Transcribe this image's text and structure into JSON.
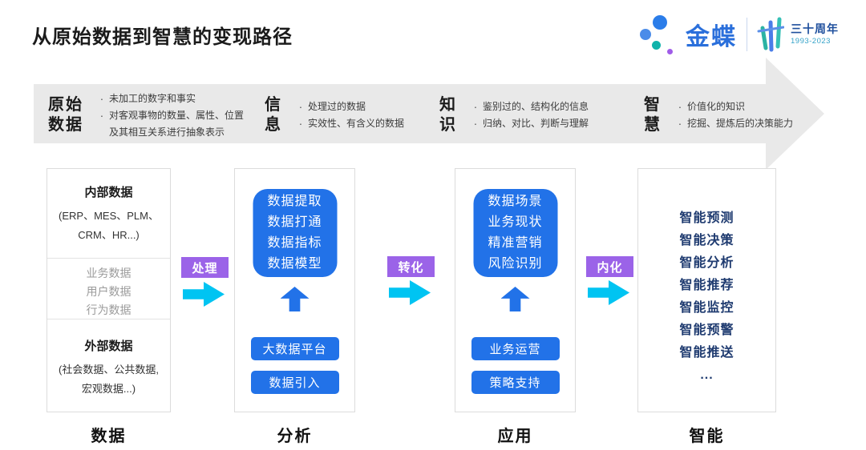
{
  "page": {
    "title": "从原始数据到智慧的变现路径"
  },
  "logo": {
    "brand": "金蝶",
    "anniversary": "三十周年",
    "years": "1993-2023",
    "colors": {
      "brand_blue": "#2a6fdb",
      "dot_blue": "#2b7de9",
      "dot_teal": "#10b3ab",
      "dot_purple": "#a05ce8"
    }
  },
  "banner": {
    "stages": [
      {
        "name_line1": "原始",
        "name_line2": "数据",
        "bullets": [
          "未加工的数字和事实",
          "对客观事物的数量、属性、位置及其相互关系进行抽象表示"
        ]
      },
      {
        "name_line1": "信",
        "name_line2": "息",
        "bullets": [
          "处理过的数据",
          "实效性、有含义的数据"
        ]
      },
      {
        "name_line1": "知",
        "name_line2": "识",
        "bullets": [
          "鉴别过的、结构化的信息",
          "归纳、对比、判断与理解"
        ]
      },
      {
        "name_line1": "智",
        "name_line2": "慧",
        "bullets": [
          "价值化的知识",
          "挖掘、提炼后的决策能力"
        ]
      }
    ]
  },
  "connectors": [
    {
      "label": "处理"
    },
    {
      "label": "转化"
    },
    {
      "label": "内化"
    }
  ],
  "columns": {
    "data": {
      "label": "数据",
      "internal_title": "内部数据",
      "internal_subtitle": "(ERP、MES、PLM、CRM、HR...)",
      "middle_items": [
        "业务数据",
        "用户数据",
        "行为数据"
      ],
      "external_title": "外部数据",
      "external_subtitle": "(社会数据、公共数据, 宏观数据...)"
    },
    "analysis": {
      "label": "分析",
      "box_lines": [
        "数据提取",
        "数据打通",
        "数据指标",
        "数据模型"
      ],
      "buttons": [
        "大数据平台",
        "数据引入"
      ]
    },
    "application": {
      "label": "应用",
      "box_lines": [
        "数据场景",
        "业务现状",
        "精准营销",
        "风险识别"
      ],
      "buttons": [
        "业务运营",
        "策略支持"
      ]
    },
    "intelligence": {
      "label": "智能",
      "items": [
        "智能预测",
        "智能决策",
        "智能分析",
        "智能推荐",
        "智能监控",
        "智能预警",
        "智能推送",
        "..."
      ]
    }
  },
  "colors": {
    "accent_blue": "#2272e8",
    "navy_text": "#1f3b70",
    "purple_tag": "#9b63e8",
    "cyan_arrow": "#00c4f2",
    "banner_gray": "#e9e9e9"
  }
}
